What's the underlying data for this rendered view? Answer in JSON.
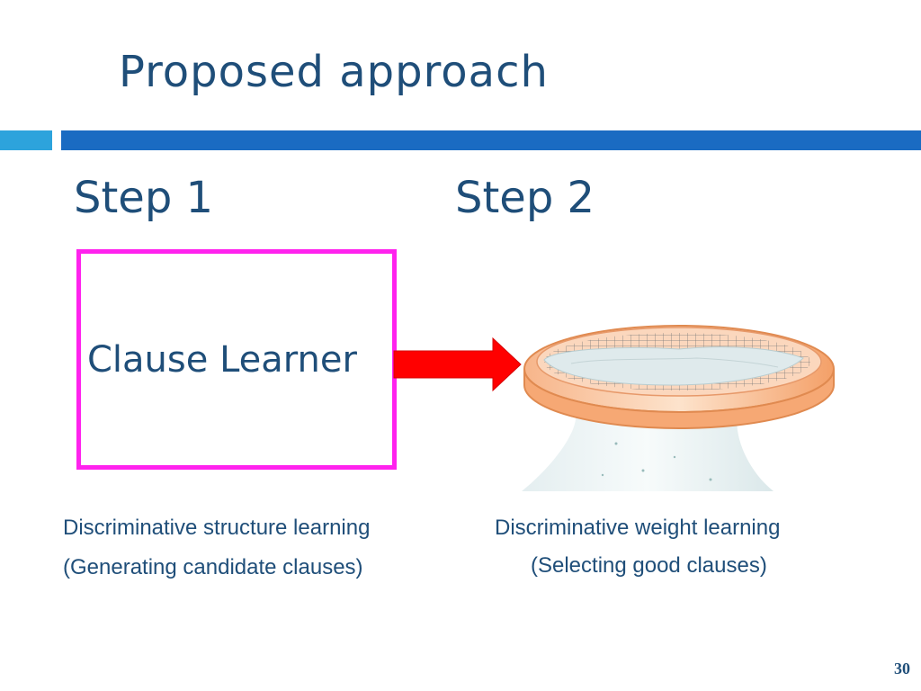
{
  "slide": {
    "title": "Proposed approach",
    "page_number": "30"
  },
  "steps": {
    "step1_label": "Step 1",
    "step2_label": "Step 2"
  },
  "diagram": {
    "learner_label": "Clause Learner",
    "step1_desc_line1": "Discriminative structure learning",
    "step1_desc_line2": "(Generating candidate clauses)",
    "step2_desc_line1": "Discriminative weight learning",
    "step2_desc_line2": "(Selecting good clauses)"
  },
  "colors": {
    "title_text": "#1f4e79",
    "bar_light": "#2da3dc",
    "bar_dark": "#1a6bc2",
    "box_border": "#ff22ee",
    "arrow": "#ff0000"
  },
  "icons": {
    "arrow": "right-arrow-icon",
    "sieve": "sieve-icon"
  }
}
